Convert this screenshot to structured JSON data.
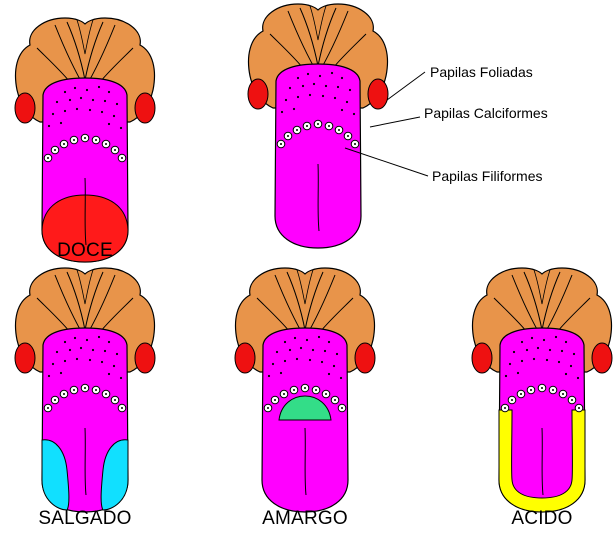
{
  "tongues": [
    {
      "id": "doce",
      "caption": "DOCE",
      "zone": "tip"
    },
    {
      "id": "ref",
      "caption": "",
      "zone": "none"
    },
    {
      "id": "salgado",
      "caption": "SALGADO",
      "zone": "sides-front"
    },
    {
      "id": "amargo",
      "caption": "AMARGO",
      "zone": "back"
    },
    {
      "id": "acido",
      "caption": "ACIDO",
      "zone": "sides-edge"
    }
  ],
  "callouts": {
    "foliadas": "Papilas Foliadas",
    "calciformes": "Papilas Calciformes",
    "filiformes": "Papilas Filiformes"
  },
  "colors": {
    "tongue": "#ff00ff",
    "throat": "#e8944a",
    "tonsil": "#ee1111",
    "outline": "#000000",
    "doce": "#ff1a1a",
    "salgado": "#11e0ff",
    "amargo": "#33dd88",
    "acido": "#ffff00"
  }
}
